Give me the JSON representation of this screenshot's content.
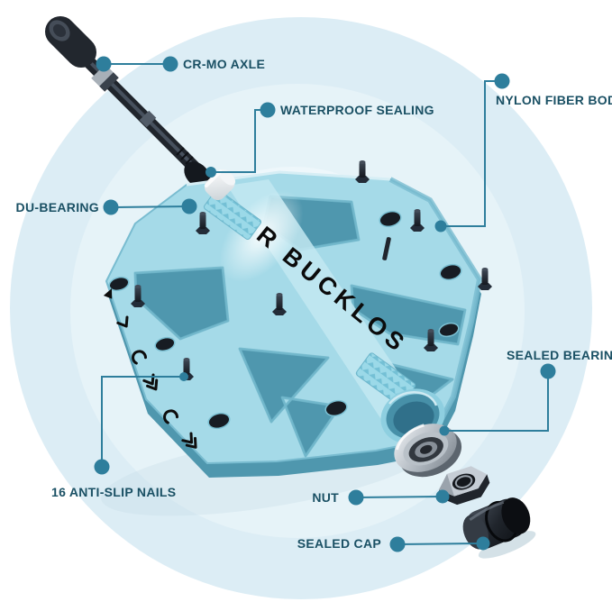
{
  "brand": {
    "logo_text": "R BUCKLOS"
  },
  "callouts": {
    "cr_mo_axle": "CR-MO AXLE",
    "waterproof_sealing": "WATERPROOF SEALING",
    "nylon_fiber_body": "NYLON FIBER BODY",
    "du_bearing": "DU-BEARING",
    "sealed_bearing": "SEALED BEARING",
    "anti_slip_nails": "16 ANTI-SLIP NAILS",
    "nut": "NUT",
    "sealed_cap": "SEALED CAP"
  },
  "colors": {
    "accent_dot_line": "#2e7e9c",
    "label_text": "#1a5064",
    "pedal_body": "#a5dae8",
    "pedal_side_face": "#4f97ae",
    "background_ring": "#dcedf5",
    "hardware_black": "#1c2128"
  }
}
